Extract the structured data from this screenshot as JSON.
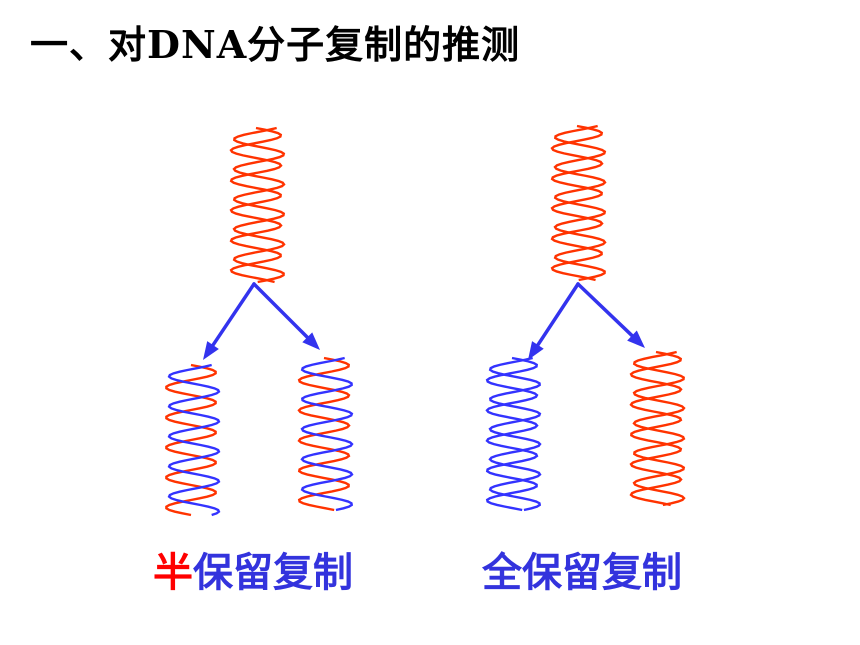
{
  "title": "一、对DNA分子复制的推测",
  "labels": {
    "semi_first": "半",
    "semi_rest": "保留复制",
    "full": "全保留复制"
  },
  "colors": {
    "parent_strand": "#ff3300",
    "new_strand": "#3333ff",
    "arrow": "#3333ee",
    "semi_highlight": "#ff0000",
    "label_blue": "#3333dd"
  },
  "strand_models": {
    "semi_conservative": {
      "parent": [
        "parent",
        "parent"
      ],
      "children": [
        [
          "parent",
          "new"
        ],
        [
          "parent",
          "new"
        ]
      ]
    },
    "conservative": {
      "parent": [
        "parent",
        "parent"
      ],
      "children": [
        [
          "new",
          "new"
        ],
        [
          "parent",
          "parent"
        ]
      ]
    }
  }
}
